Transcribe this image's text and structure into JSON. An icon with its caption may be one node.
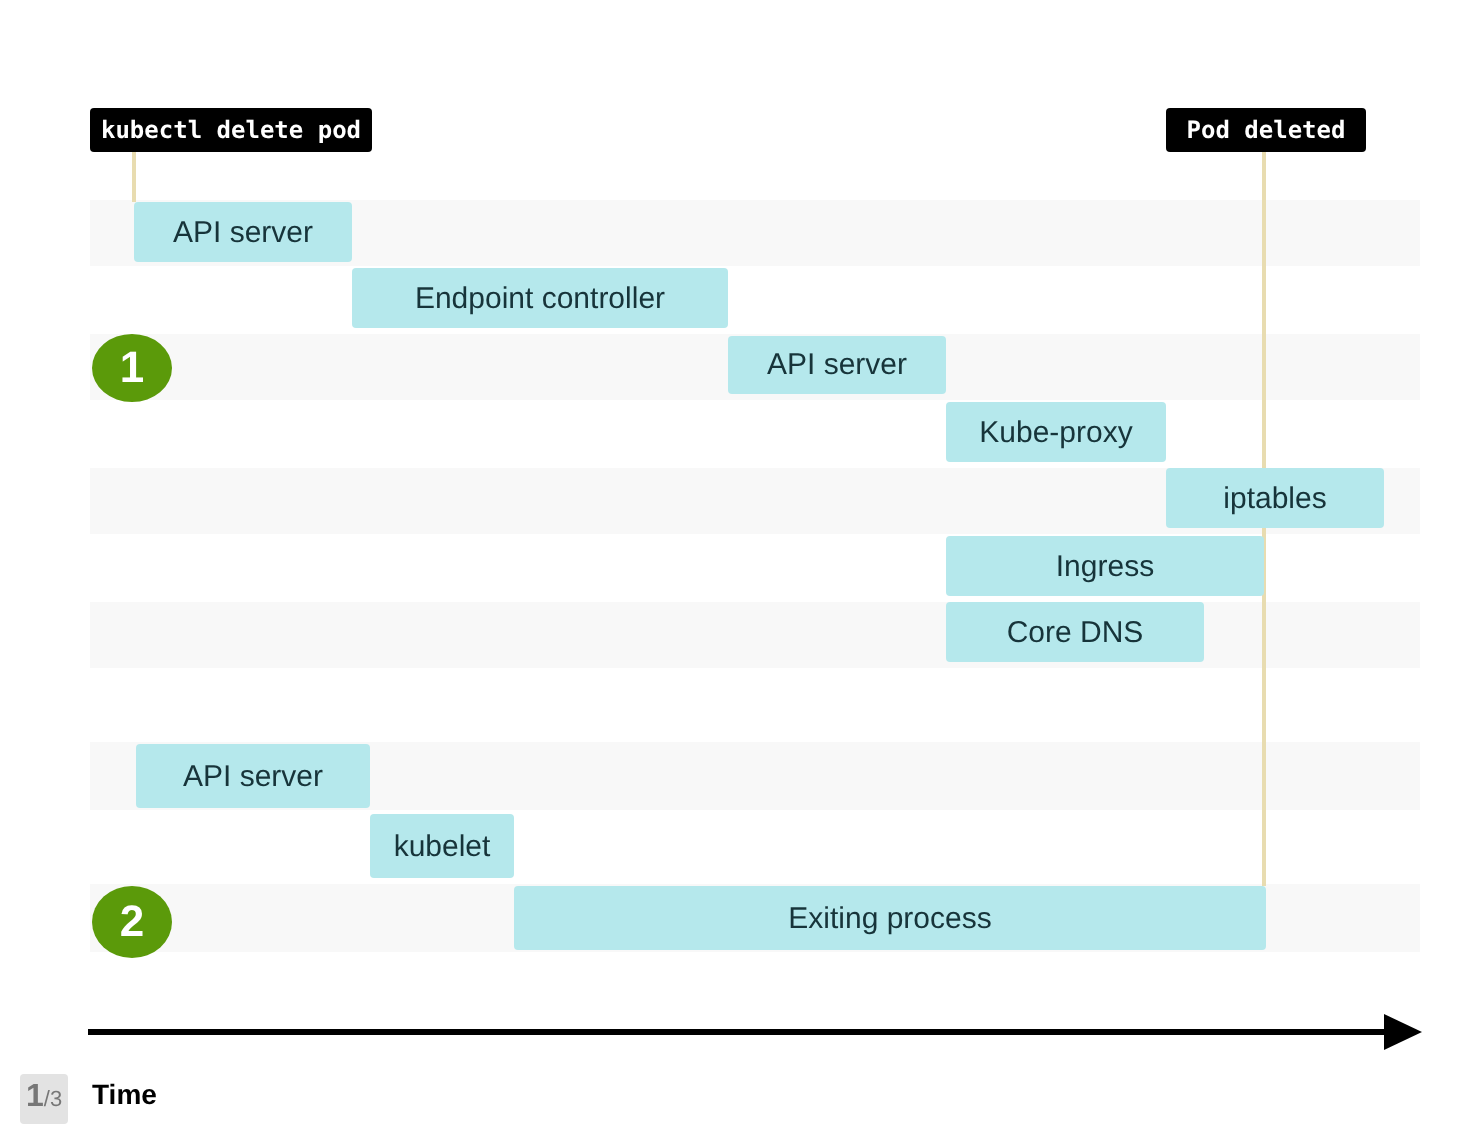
{
  "diagram": {
    "nodes": [
      {
        "text": [
          "kubectl delete pod"
        ]
      },
      {
        "text": [
          "Pod deleted"
        ]
      },
      {
        "text": [
          "API server"
        ]
      },
      {
        "text": [
          "Endpoint controller"
        ]
      },
      {
        "text": [
          "1"
        ]
      },
      {
        "text": [
          "API server"
        ]
      },
      {
        "text": [
          "Kube-proxy"
        ]
      },
      {
        "text": [
          "iptables"
        ]
      },
      {
        "text": [
          "Ingress"
        ]
      },
      {
        "text": [
          "Core DNS"
        ]
      },
      {
        "text": [
          "API server"
        ]
      },
      {
        "text": [
          "kubelet"
        ]
      },
      {
        "text": [
          "2"
        ]
      },
      {
        "text": [
          "Exiting process"
        ]
      }
    ],
    "edges": [
      {
        "from": 0,
        "to": 2,
        "arrow": "none"
      },
      {
        "from": 1,
        "to": 13,
        "arrow": "none"
      }
    ],
    "labels": [
      "**1**/3",
      "Time"
    ]
  }
}
